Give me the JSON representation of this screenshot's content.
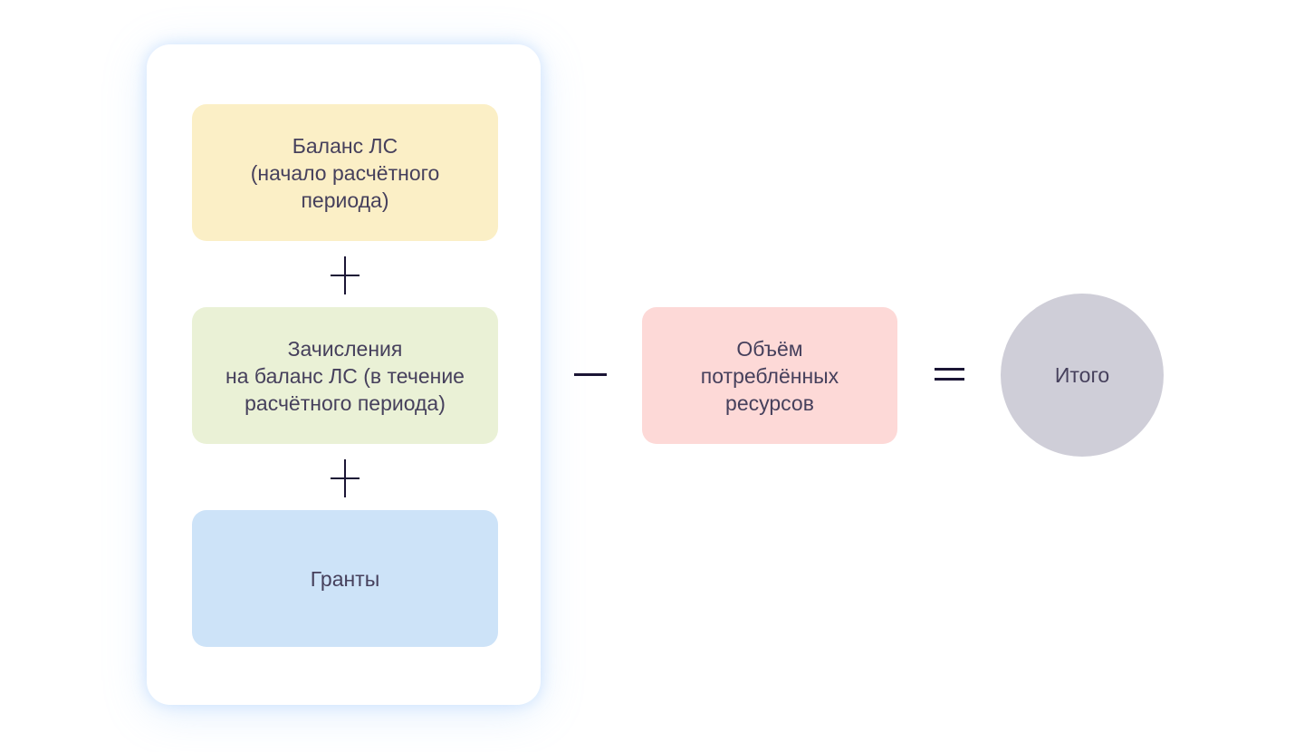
{
  "diagram": {
    "panel": {
      "boxes": [
        {
          "name": "balance-start",
          "label": "Баланс ЛС\n(начало расчётного\nпериода)",
          "bg": "#FBEFC6"
        },
        {
          "name": "credits",
          "label": "Зачисления\nна баланс ЛС (в течение\nрасчётного периода)",
          "bg": "#EAF1D6"
        },
        {
          "name": "grants",
          "label": "Гранты",
          "bg": "#CDE3F8"
        }
      ]
    },
    "operators": {
      "plus": "+",
      "minus": "−",
      "equals": "="
    },
    "consumed_box": {
      "label": "Объём\nпотреблённых\nресурсов",
      "bg": "#FDD9D7"
    },
    "total_circle": {
      "label": "Итого",
      "bg": "#CFCED8"
    },
    "colors": {
      "page_background": "#FFFFFF",
      "card_background": "#FFFFFF",
      "card_glow": "#D7E9FC",
      "text": "#46405C",
      "operator": "#1B1535"
    }
  }
}
